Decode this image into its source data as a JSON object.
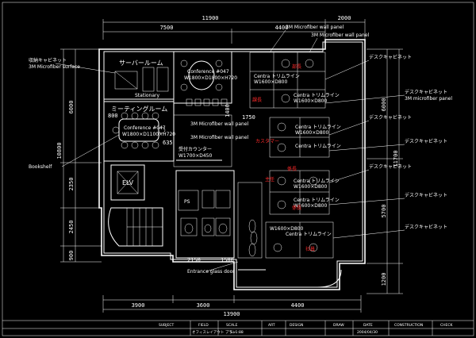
{
  "drawing": {
    "dimensions": {
      "top_total": "11900",
      "top_right": "2000",
      "top_left": "7500",
      "top_mid": "4400",
      "left_6000": "6000",
      "left_10800": "10800",
      "left_2350": "2350",
      "left_2450": "2450",
      "left_900": "900",
      "inner_800": "800",
      "inner_635": "635",
      "inner_1400": "1400",
      "inner_1750": "1750",
      "inner_1500": "1500",
      "inner_2150": "2150",
      "right_6000": "6000",
      "right_11700": "11700",
      "right_5700": "5700",
      "right_1200": "1200",
      "bottom_3900": "3900",
      "bottom_3600": "3600",
      "bottom_4400": "4400",
      "bottom_total": "13900"
    },
    "rooms": {
      "server": "サーバールーム",
      "stationary": "Stationary",
      "meeting": "ミーティングルーム",
      "conference_table": "Conference #047",
      "conference_dims": "W1800×D1800×H720",
      "meeting_table": "Conference #047",
      "meeting_dims": "W1800×D1100×H720",
      "reception": "受付カウンター",
      "reception_dims": "W1700×D450",
      "elevator": "ELV",
      "ps": "PS",
      "entrance_note": "Entrance glass door"
    },
    "desks": {
      "desk_label": "Centra トリムライン",
      "desk_dims": "W1600×D800"
    },
    "red_labels": {
      "a": "部長",
      "b": "課長",
      "c": "カスタマー",
      "d": "係長",
      "e": "主任",
      "f": "係長",
      "g": "社員"
    },
    "annotations": {
      "top_note_1": "3M Microfiber wall panel",
      "top_note_2": "3M Microfiber wall panel",
      "left_note_1": "収納キャビネット",
      "left_note_2": "3M Microfiber surface",
      "left_note_3": "Bookshelf",
      "right_note": "デスクキャビネット",
      "right_note_2": "3M microfiber panel"
    },
    "title_block": {
      "subject": "SUBJECT",
      "field": "FIELD",
      "scale": "SCALE",
      "art": "ART",
      "design": "DESIGN",
      "draw": "DRAW",
      "date": "DATE",
      "construction": "CONSTRUCTION",
      "check": "CHECK",
      "title": "オフィスレイアウト プラン",
      "scale_value": "S=1:88",
      "date_value": "2004/04/30"
    }
  }
}
